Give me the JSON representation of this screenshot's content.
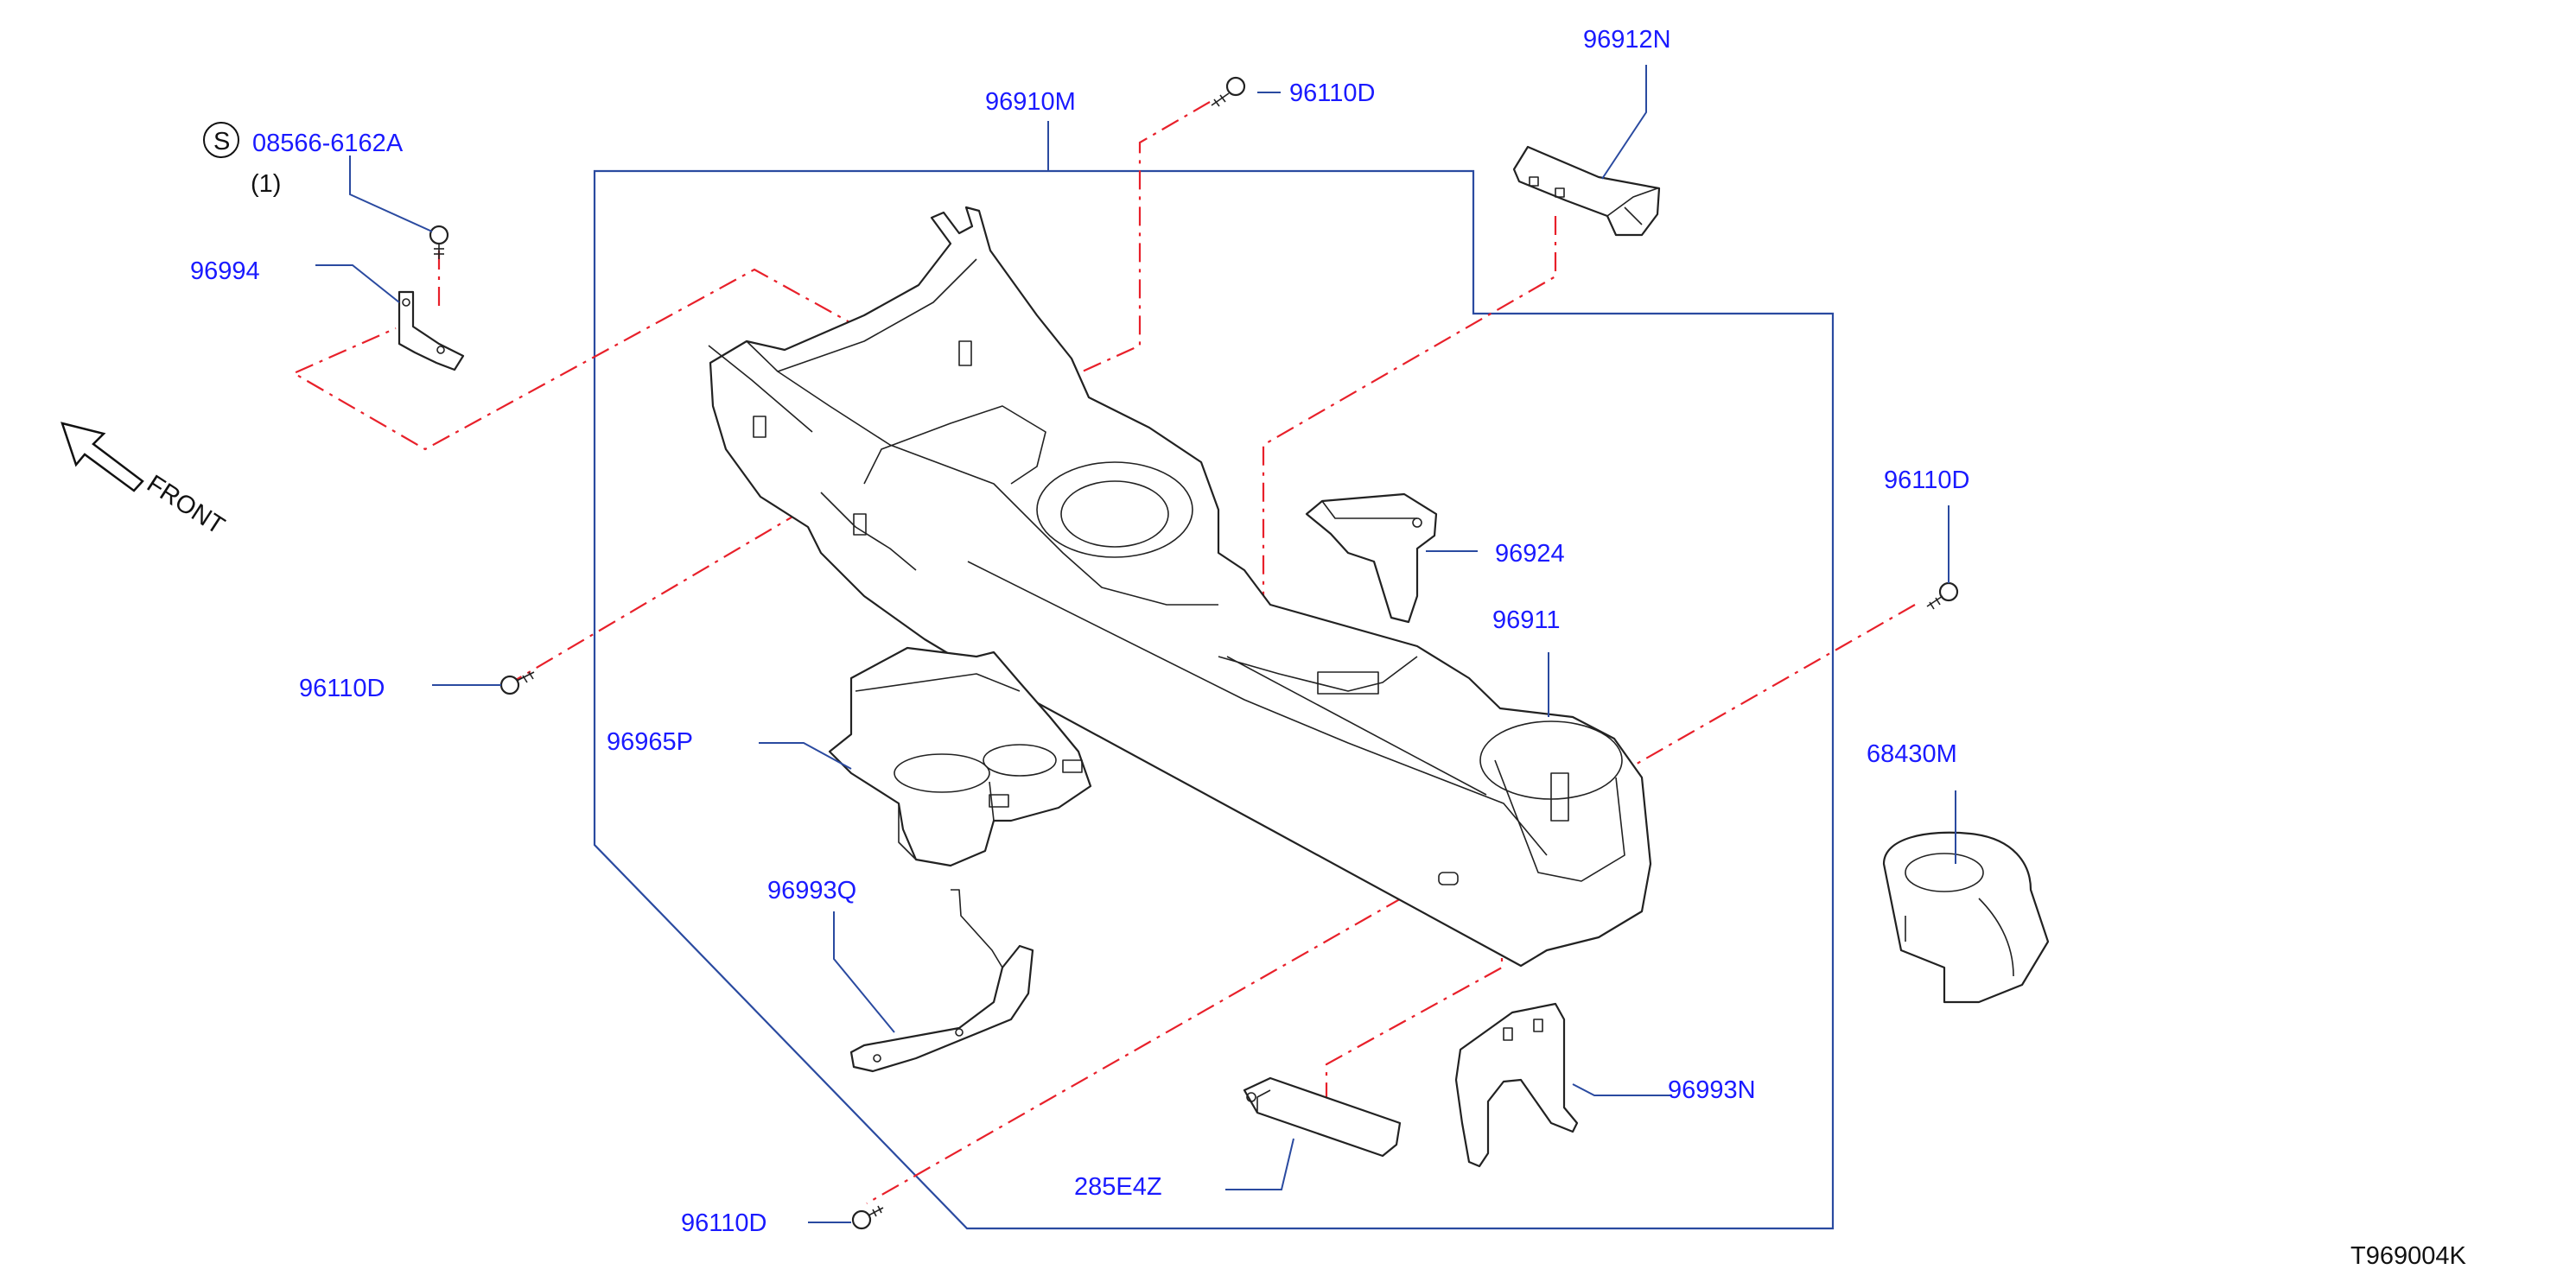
{
  "diagram_id": "T969004K",
  "front_label": "FRONT",
  "callouts": {
    "p96910M": "96910M",
    "p96110D_top": "96110D",
    "p96912N": "96912N",
    "p08566": "08566-6162A",
    "p08566_qty": "(1)",
    "p08566_symbol": "S",
    "p96994": "96994",
    "p96110D_left": "96110D",
    "p96965P": "96965P",
    "p96924": "96924",
    "p96911": "96911",
    "p96110D_right": "96110D",
    "p68430M": "68430M",
    "p96993Q": "96993Q",
    "p96993N": "96993N",
    "p285E4Z": "285E4Z",
    "p96110D_bottom": "96110D"
  },
  "colors": {
    "label": "#1a1aff",
    "leader": "#2a4aa0",
    "phantom_line": "#e8202a",
    "outline": "#222222"
  },
  "icons": [
    "screw-icon",
    "front-arrow-icon"
  ]
}
